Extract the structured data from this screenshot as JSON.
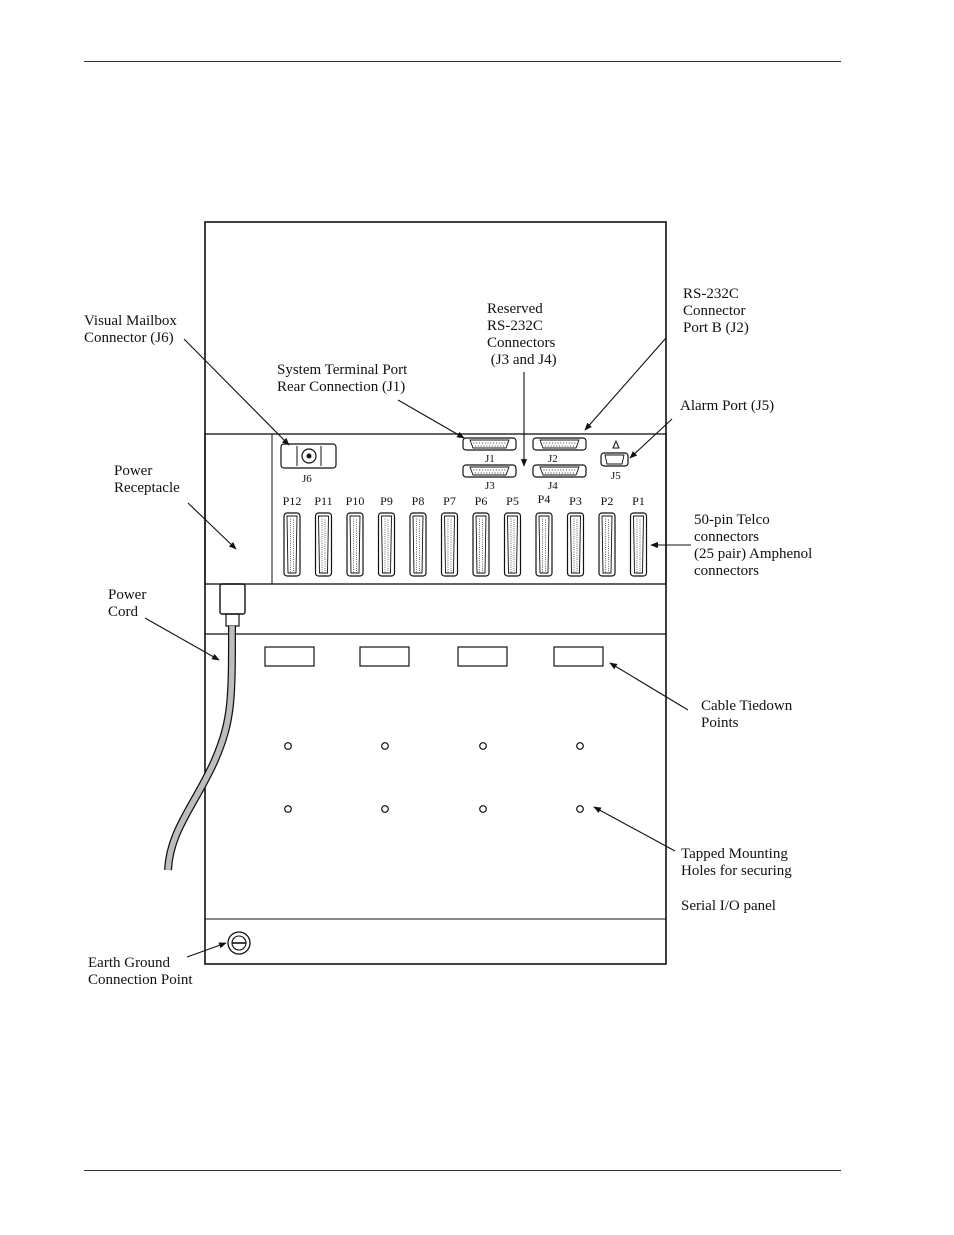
{
  "labels": {
    "visual_mailbox": "Visual Mailbox\nConnector (J6)",
    "system_terminal": "System Terminal Port\nRear Connection (J1)",
    "reserved_rs232": "Reserved\nRS-232C\nConnectors\n (J3 and J4)",
    "rs232_port_b": "RS-232C\nConnector\nPort B (J2)",
    "alarm_port": "Alarm Port (J5)",
    "power_receptacle": "Power\nReceptacle",
    "telco_connectors": "50-pin Telco\nconnectors\n(25 pair) Amphenol\nconnectors",
    "power_cord": "Power\nCord",
    "cable_tiedown": "Cable Tiedown\nPoints",
    "tapped_holes": "Tapped Mounting\nHoles for securing",
    "serial_io": "Serial I/O panel",
    "earth_ground": "Earth Ground\nConnection Point"
  },
  "connectors": {
    "j6": "J6",
    "j1": "J1",
    "j2": "J2",
    "j3": "J3",
    "j4": "J4",
    "j5": "J5",
    "ports": [
      "P12",
      "P11",
      "P10",
      "P9",
      "P8",
      "P7",
      "P6",
      "P5",
      "P4",
      "P3",
      "P2",
      "P1"
    ]
  }
}
